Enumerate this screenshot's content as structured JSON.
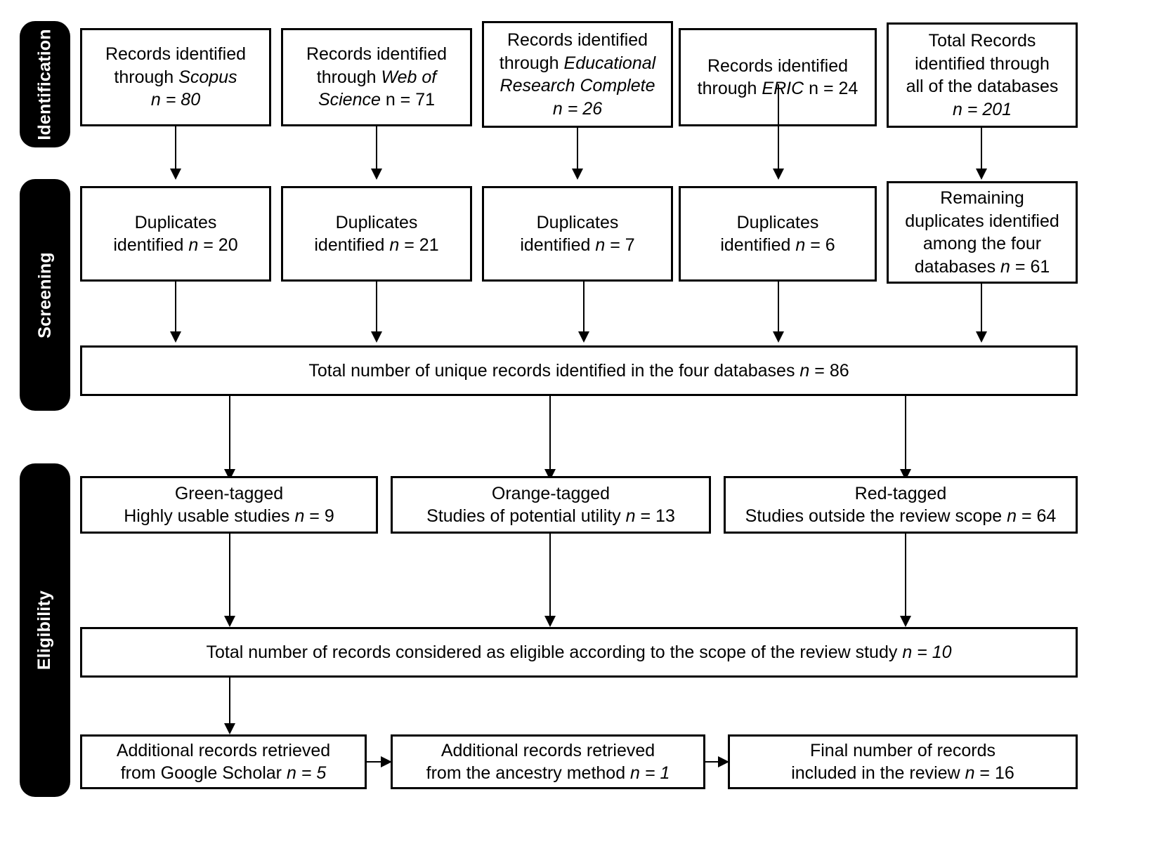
{
  "diagram": {
    "title": "PRISMA records selection flow diagram",
    "stages": [
      {
        "id": "identification",
        "label": "Identification"
      },
      {
        "id": "screening",
        "label": "Screening"
      },
      {
        "id": "eligibility",
        "label": "Eligibility"
      }
    ],
    "identification_boxes": [
      {
        "id": "scopus",
        "line1": "Records identified",
        "line2_pre": "through ",
        "line2_em": "Scopus",
        "line2_post": "",
        "line3": "n = 80"
      },
      {
        "id": "wos",
        "line1": "Records identified",
        "line2_pre": "through ",
        "line2_em": "Web of",
        "line2_post": "",
        "line3_em": "Science",
        "line3_post": " n = 71"
      },
      {
        "id": "erc",
        "line1": "Records identified",
        "line2_pre": "through ",
        "line2_em": "Educational",
        "line2_post": "",
        "line3_em": "Research Complete",
        "line3_post": "",
        "line4": "n = 26"
      },
      {
        "id": "eric",
        "line1": "Records identified",
        "line2_pre": "through ",
        "line2_em": "ERIC",
        "line2_post": " n = 24"
      },
      {
        "id": "total",
        "line1": "Total Records",
        "line2": "identified through",
        "line3": "all of the databases",
        "line4": "n = 201"
      }
    ],
    "screening_boxes": [
      {
        "id": "dup-scopus",
        "line1": "Duplicates",
        "line2_pre": "identified ",
        "line2_em": "n",
        "line2_post": " = 20"
      },
      {
        "id": "dup-wos",
        "line1": "Duplicates",
        "line2_pre": "identified ",
        "line2_em": "n",
        "line2_post": " = 21"
      },
      {
        "id": "dup-erc",
        "line1": "Duplicates",
        "line2_pre": "identified ",
        "line2_em": "n",
        "line2_post": " = 7"
      },
      {
        "id": "dup-eric",
        "line1": "Duplicates",
        "line2_pre": "identified ",
        "line2_em": "n",
        "line2_post": " = 6"
      },
      {
        "id": "dup-remain",
        "line1": "Remaining",
        "line2": "duplicates identified",
        "line3": "among the four",
        "line4_pre": "databases ",
        "line4_em": "n",
        "line4_post": " = 61"
      }
    ],
    "unique_records_bar": {
      "text_pre": "Total number of unique records identified in the four databases  ",
      "text_em": "n",
      "text_post": " = 86"
    },
    "tagged_boxes": [
      {
        "id": "green",
        "line1": "Green-tagged",
        "line2_pre": "Highly usable studies ",
        "line2_em": "n",
        "line2_post": " = 9"
      },
      {
        "id": "orange",
        "line1": "Orange-tagged",
        "line2_pre": "Studies of potential utility ",
        "line2_em": "n",
        "line2_post": " = 13"
      },
      {
        "id": "red",
        "line1": "Red-tagged",
        "line2_pre": "Studies outside the review scope ",
        "line2_em": "n",
        "line2_post": " = 64"
      }
    ],
    "eligible_bar": {
      "text_pre": "Total number of records considered as eligible according to the scope of the review study  ",
      "text_em": "n = 10",
      "text_post": ""
    },
    "bottom_boxes": [
      {
        "id": "google-scholar",
        "line1": "Additional records retrieved",
        "line2_pre": "from Google Scholar ",
        "line2_em": "n = 5",
        "line2_post": ""
      },
      {
        "id": "ancestry",
        "line1": "Additional records retrieved",
        "line2_pre": "from the ancestry method  ",
        "line2_em": "n = 1",
        "line2_post": ""
      },
      {
        "id": "final",
        "line1": "Final number of records",
        "line2_pre": "included in the review ",
        "line2_em": "n",
        "line2_post": " = 16"
      }
    ],
    "colors": {
      "line": "#000000",
      "stage_bg": "#000000",
      "stage_text": "#ffffff",
      "box_bg": "#ffffff"
    }
  }
}
